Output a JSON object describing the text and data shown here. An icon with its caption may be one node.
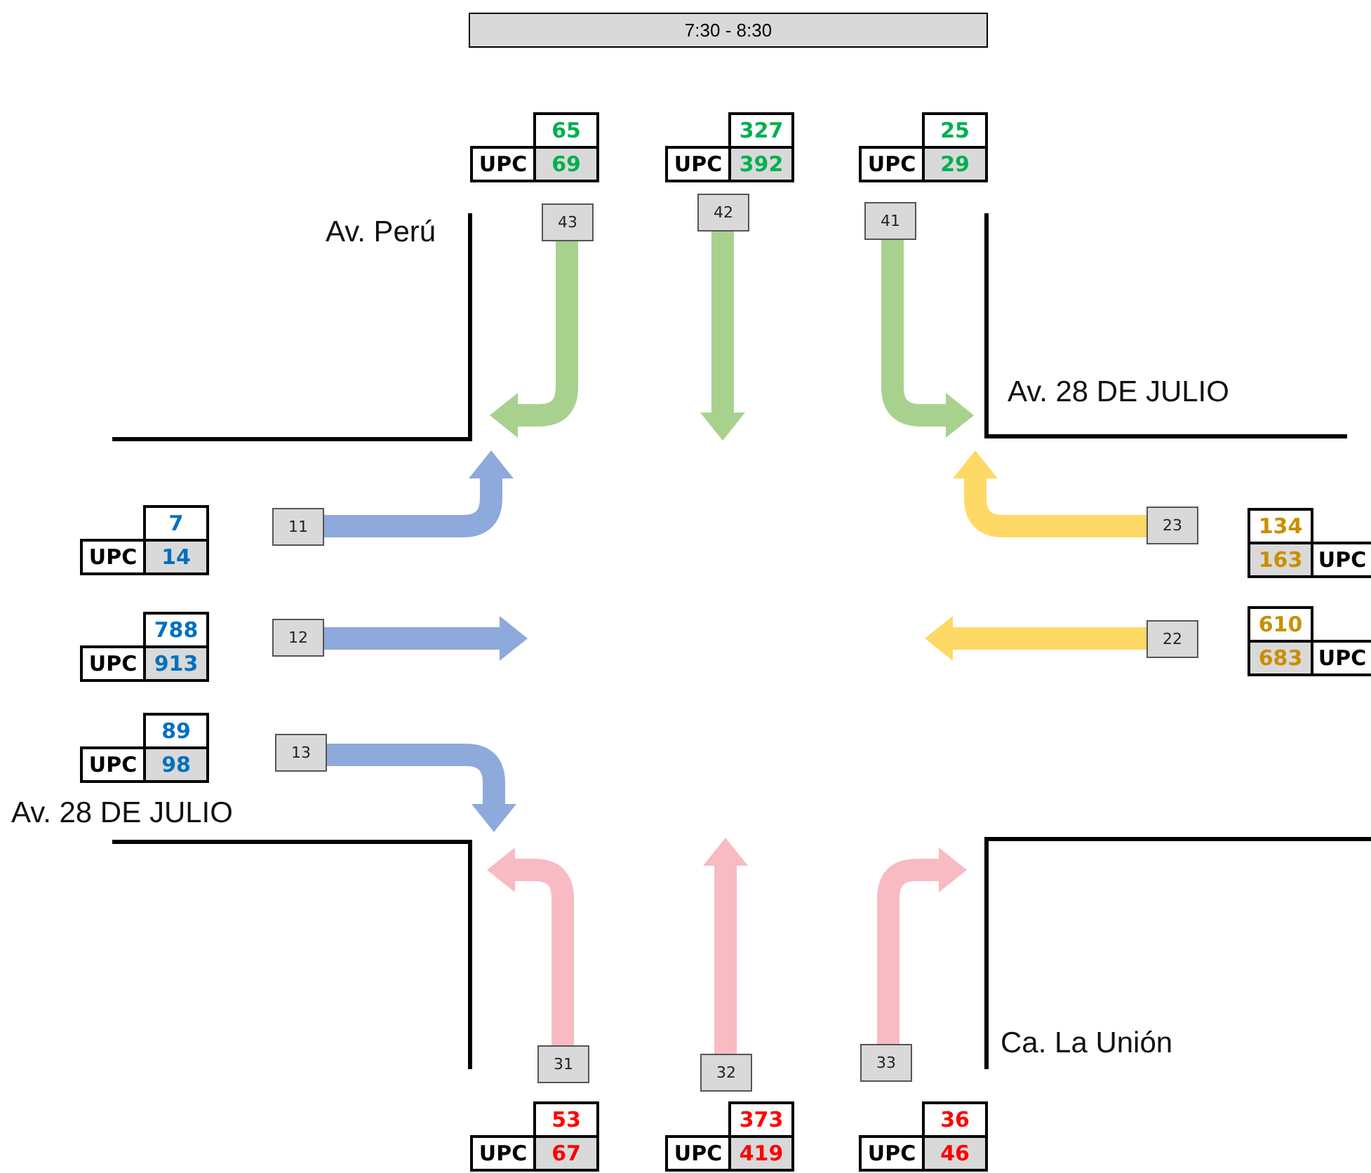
{
  "diagram": {
    "title": "7:30 - 8:30",
    "nodes": [
      {
        "text": [
          "43"
        ]
      },
      {
        "text": [
          "42"
        ]
      },
      {
        "text": [
          "41"
        ]
      },
      {
        "text": [
          "11"
        ]
      },
      {
        "text": [
          "23"
        ]
      },
      {
        "text": [
          "12"
        ]
      },
      {
        "text": [
          "22"
        ]
      },
      {
        "text": [
          "13"
        ]
      },
      {
        "text": [
          "31"
        ]
      },
      {
        "text": [
          "32"
        ]
      },
      {
        "text": [
          "33"
        ]
      }
    ],
    "edges": [
      {
        "from": 0,
        "to": null,
        "arrow": "to",
        "color": "#a9d18e"
      },
      {
        "from": 1,
        "to": null,
        "arrow": "to",
        "color": "#a9d18e"
      },
      {
        "from": 2,
        "to": null,
        "arrow": "to",
        "color": "#a9d18e"
      },
      {
        "from": 3,
        "to": null,
        "arrow": "to",
        "color": "#8ea9db"
      },
      {
        "from": 4,
        "to": null,
        "arrow": "to",
        "color": "#ffd966"
      },
      {
        "from": 5,
        "to": null,
        "arrow": "to",
        "color": "#8ea9db"
      },
      {
        "from": 6,
        "to": null,
        "arrow": "to",
        "color": "#ffd966"
      },
      {
        "from": 7,
        "to": null,
        "arrow": "to",
        "color": "#8ea9db"
      },
      {
        "from": 8,
        "to": null,
        "arrow": "to",
        "color": "#f8bbc4"
      },
      {
        "from": 9,
        "to": null,
        "arrow": "to",
        "color": "#f8bbc4"
      },
      {
        "from": 10,
        "to": null,
        "arrow": "to",
        "color": "#f8bbc4"
      }
    ],
    "labels": [
      "65",
      "UPC",
      "69",
      "327",
      "UPC",
      "392",
      "25",
      "UPC",
      "29",
      "Av. Perú",
      "Av. 28 DE JULIO",
      "7",
      "UPC",
      "14",
      "134",
      "163",
      "UPC",
      "788",
      "UPC",
      "913",
      "610",
      "683",
      "UPC",
      "89",
      "UPC",
      "98",
      "Av. 28 DE JULIO",
      "Ca. La Unión",
      "53",
      "UPC",
      "67",
      "373",
      "UPC",
      "419",
      "36",
      "UPC",
      "46"
    ]
  }
}
